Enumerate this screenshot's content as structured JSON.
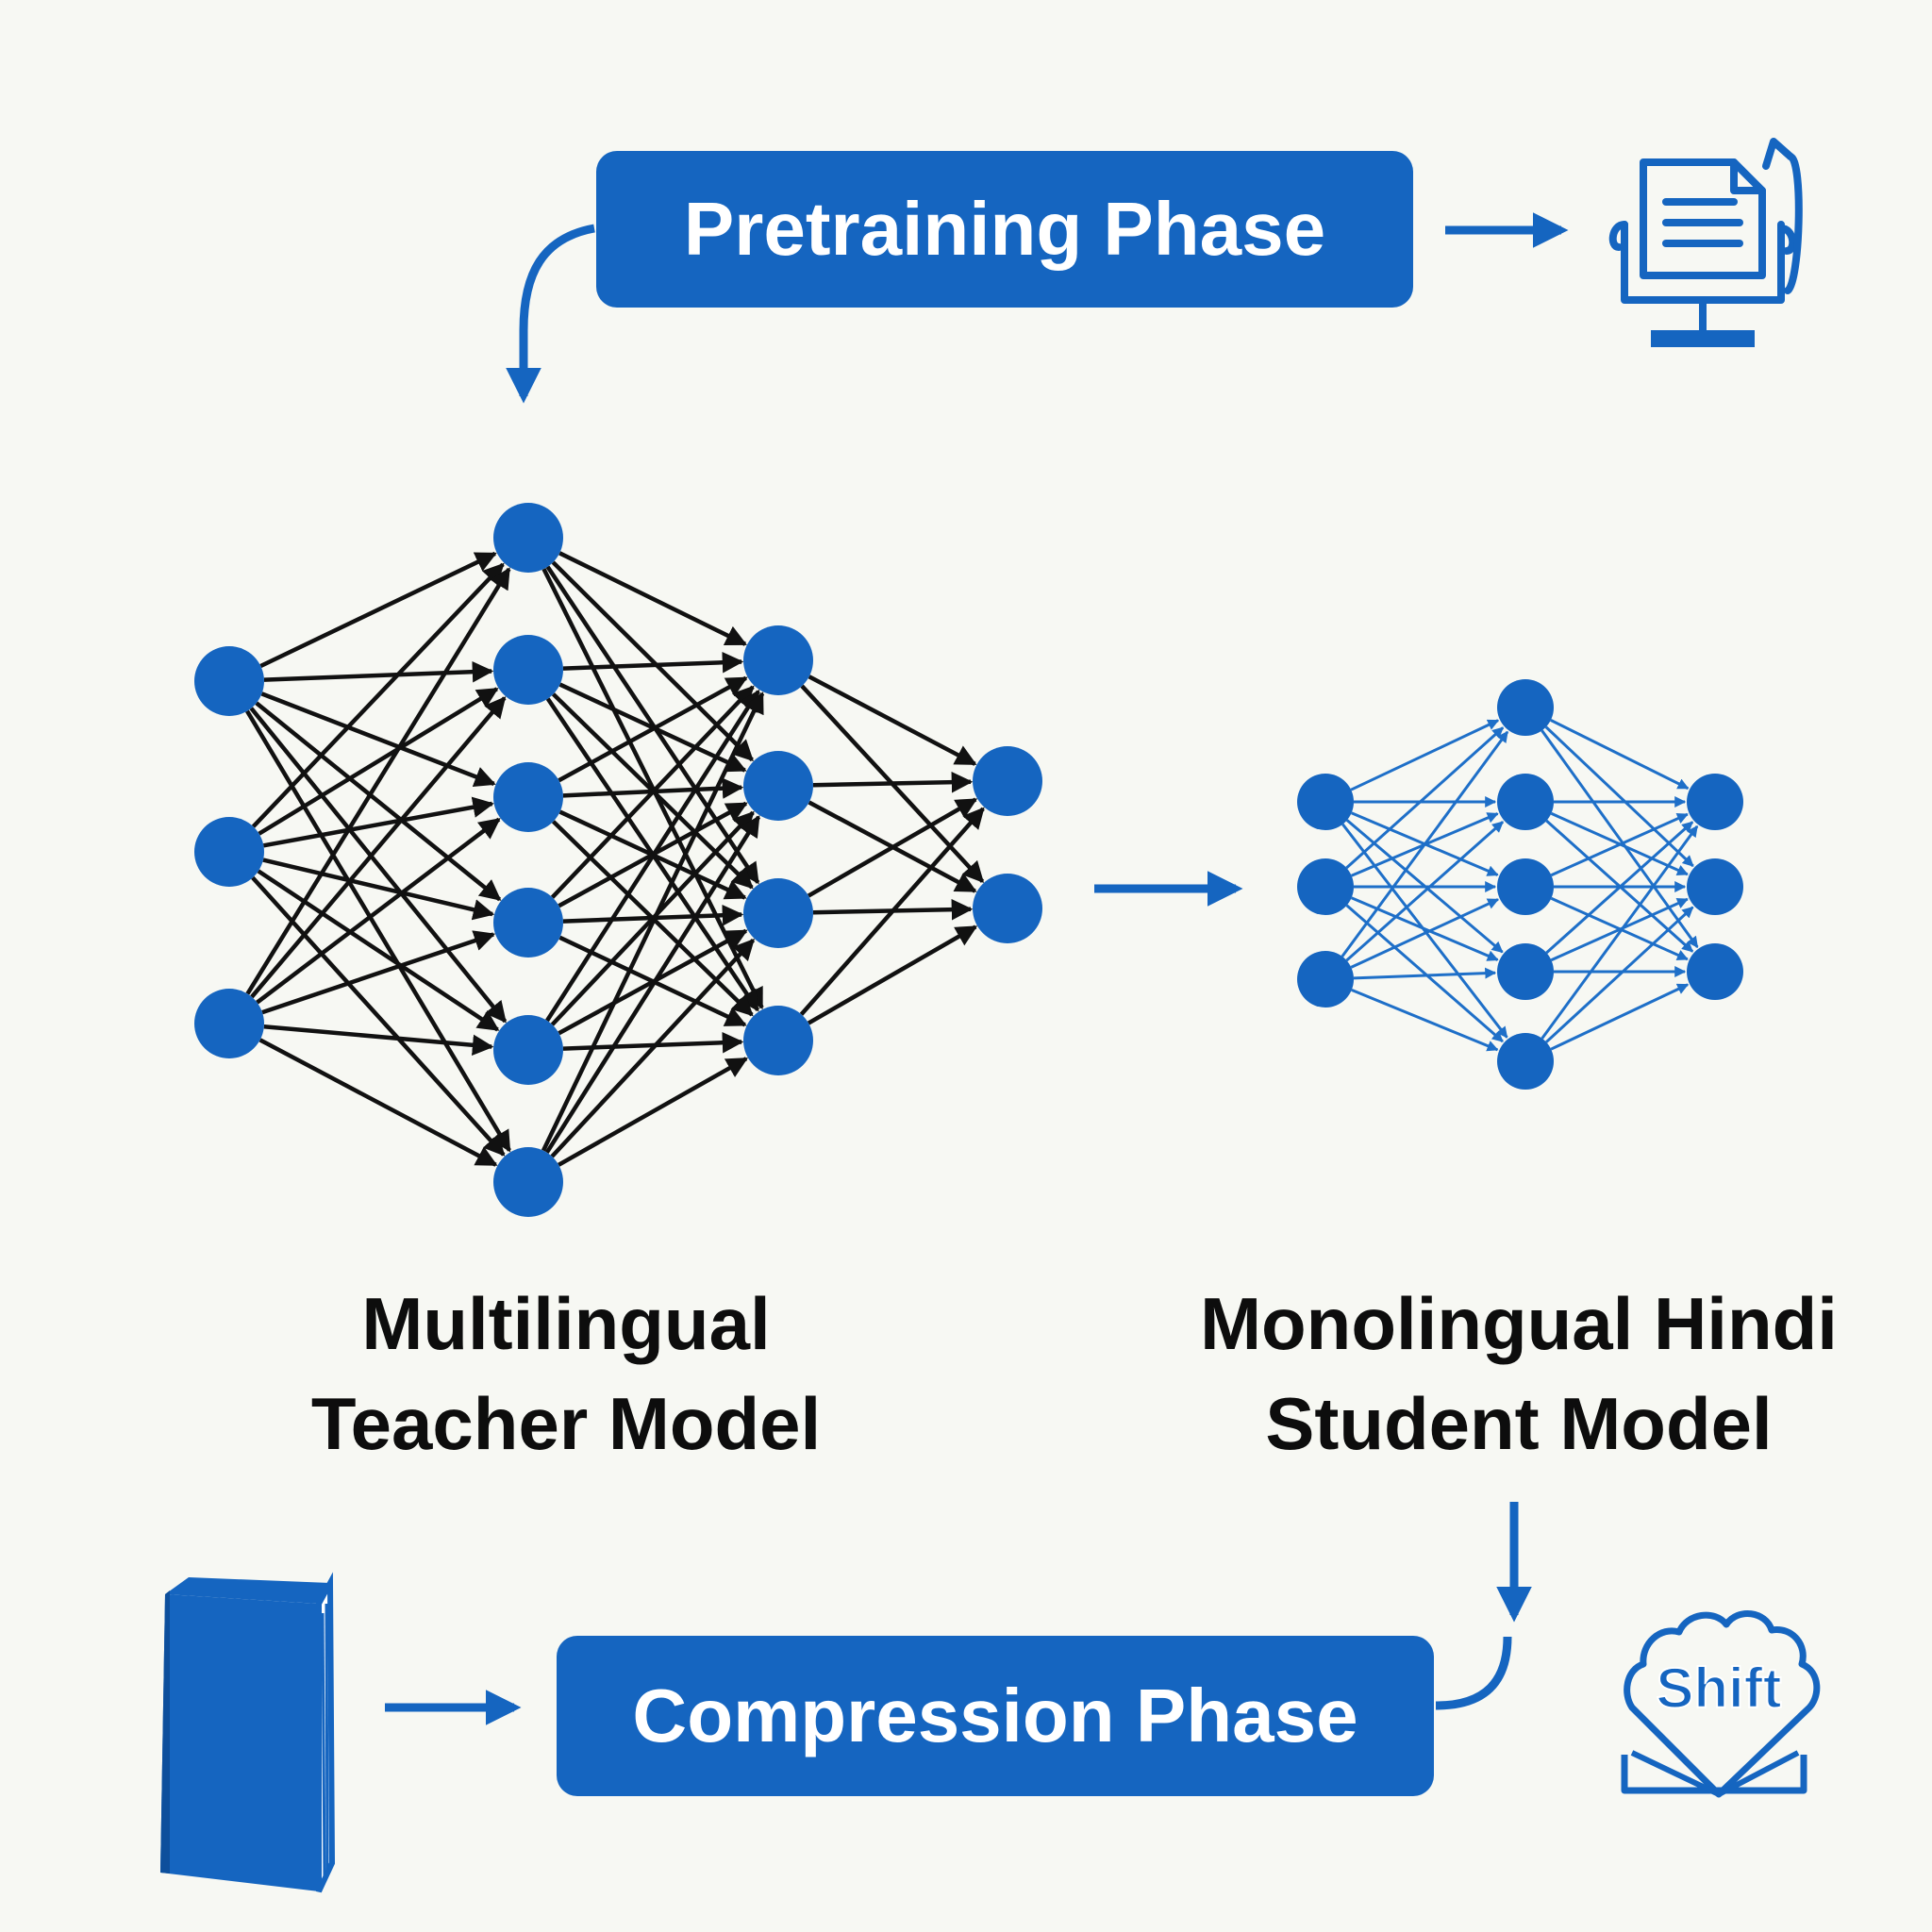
{
  "pretraining": {
    "label": "Pretraining Phase"
  },
  "compression": {
    "label": "Compression Phase"
  },
  "teacher": {
    "label_line1": "Multilingual",
    "label_line2": "Teacher Model"
  },
  "student": {
    "label_line1": "Monolingual Hindi",
    "label_line2": "Student Model"
  },
  "icons": {
    "document_monitor": "document-monitor-icon",
    "book": "book-icon",
    "shift_badge": "shift-badge-icon",
    "shift_text": "Shift"
  },
  "colors": {
    "accent": "#1565c0",
    "node": "#1565c0",
    "teacher_edges": "#111111",
    "student_edges": "#1e6fc8",
    "background": "#f7f8f3"
  }
}
